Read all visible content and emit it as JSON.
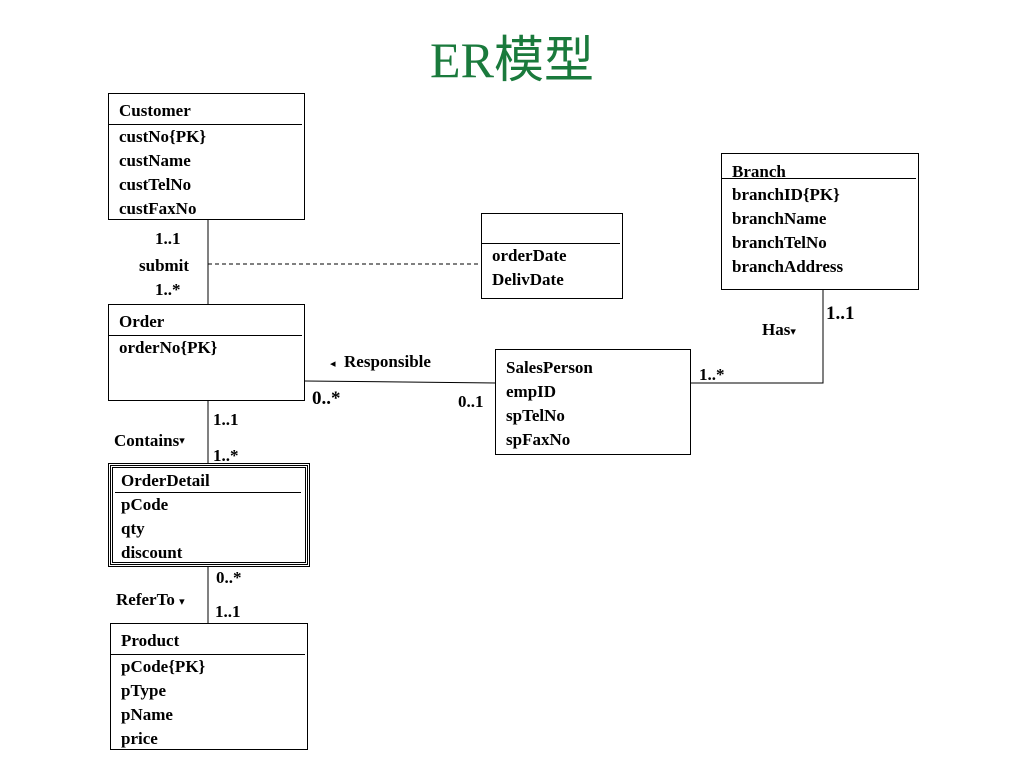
{
  "title": "ER模型",
  "entities": {
    "customer": {
      "name": "Customer",
      "attrs": [
        "custNo{PK}",
        "custName",
        "custTelNo",
        "custFaxNo"
      ]
    },
    "order": {
      "name": "Order",
      "attrs": [
        "orderNo{PK}"
      ]
    },
    "order_detail": {
      "name": "OrderDetail",
      "attrs": [
        "pCode",
        "qty",
        "discount"
      ]
    },
    "product": {
      "name": "Product",
      "attrs": [
        "pCode{PK}",
        "pType",
        "pName",
        "price"
      ]
    },
    "branch": {
      "name": "Branch",
      "attrs": [
        "branchID{PK}",
        "branchName",
        "branchTelNo",
        "branchAddress"
      ]
    },
    "sales_person": {
      "name": "SalesPerson",
      "attrs": [
        "empID",
        "spTelNo",
        "spFaxNo"
      ]
    },
    "submit_assoc": {
      "name": "",
      "attrs": [
        "orderDate",
        "DelivDate"
      ]
    }
  },
  "relationships": {
    "submit": {
      "label": "submit",
      "mult_customer": "1..1",
      "mult_order": "1..*"
    },
    "contains": {
      "label": "Contains",
      "arrow": "▾",
      "mult_order": "1..1",
      "mult_detail": "1..*"
    },
    "refer_to": {
      "label": "ReferTo",
      "arrow": "▾",
      "mult_detail": "0..*",
      "mult_product": "1..1"
    },
    "responsible": {
      "label": "Responsible",
      "arrow": "◂",
      "mult_order": "0..*",
      "mult_sales": "0..1"
    },
    "has": {
      "label": "Has",
      "arrow": "▾",
      "mult_branch": "1..1",
      "mult_sales": "1..*"
    }
  }
}
